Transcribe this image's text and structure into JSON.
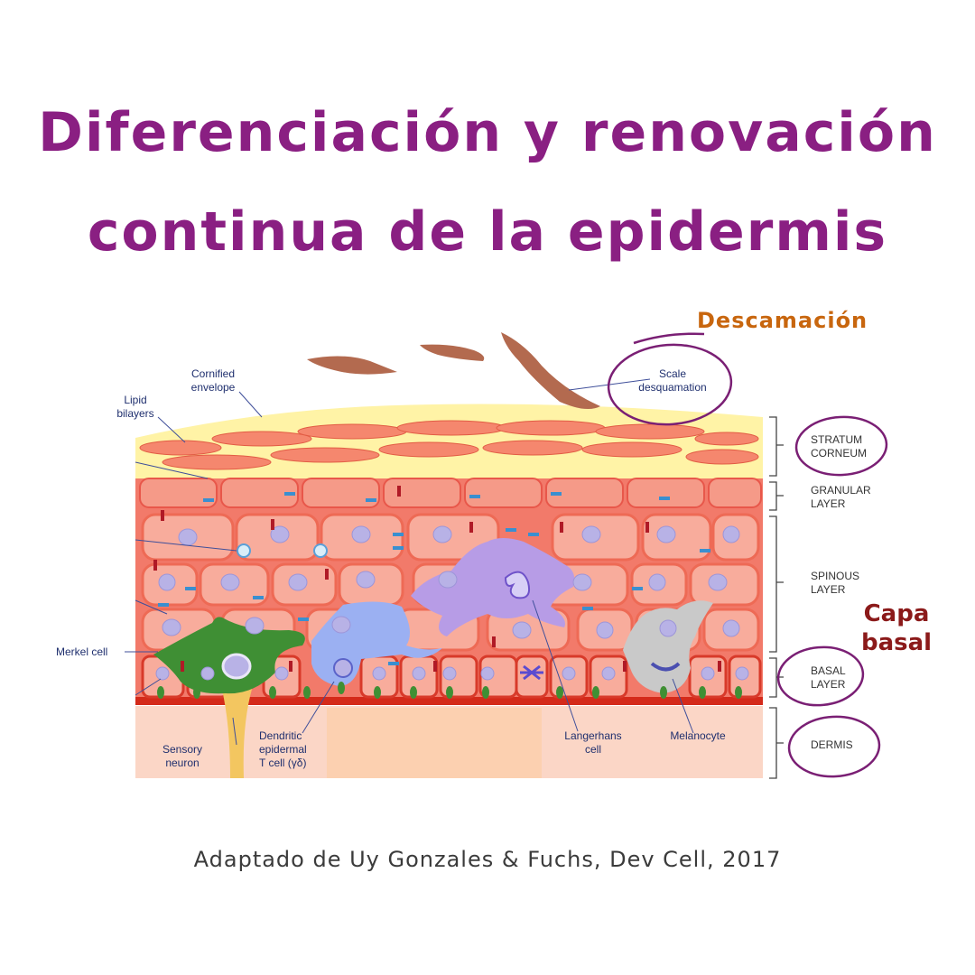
{
  "title": {
    "line1": "Diferenciación y renovación",
    "line2": "continua de la epidermis"
  },
  "annotations": {
    "descamacion": "Descamación",
    "capa": "Capa",
    "basal": "basal"
  },
  "labels": {
    "cornified_1": "Cornified",
    "cornified_2": "envelope",
    "lipid_1": "Lipid",
    "lipid_2": "bilayers",
    "scale_1": "Scale",
    "scale_2": "desquamation",
    "merkel": "Merkel cell",
    "sensory_1": "Sensory",
    "sensory_2": "neuron",
    "dendritic_1": "Dendritic",
    "dendritic_2": "epidermal",
    "dendritic_3": "T cell (γδ)",
    "langerhans_1": "Langerhans",
    "langerhans_2": "cell",
    "melanocyte": "Melanocyte"
  },
  "layers": {
    "corneum_1": "STRATUM",
    "corneum_2": "CORNEUM",
    "granular_1": "GRANULAR",
    "granular_2": "LAYER",
    "spinous_1": "SPINOUS",
    "spinous_2": "LAYER",
    "basal_1": "BASAL",
    "basal_2": "LAYER",
    "dermis": "DERMIS"
  },
  "credit": "Adaptado de Uy Gonzales & Fuchs, Dev Cell, 2017",
  "colors": {
    "title": "#8a1f82",
    "descamacion": "#c8660e",
    "capa_basal": "#8b1a1a",
    "circle": "#7a1f74",
    "corneum": "#fff3a6",
    "flake": "#b36a4f",
    "cell": "#f6a595",
    "cell_border": "#ee6a55",
    "nucleus": "#b8b2e6",
    "dermis": "#fbd6c6",
    "basement": "#d42a1a",
    "merkel": "#3f8f34",
    "langerhans": "#b79ce6",
    "dendritic_t": "#9bb0f2",
    "melanocyte": "#c9c9c9",
    "neuron": "#f3c660"
  }
}
